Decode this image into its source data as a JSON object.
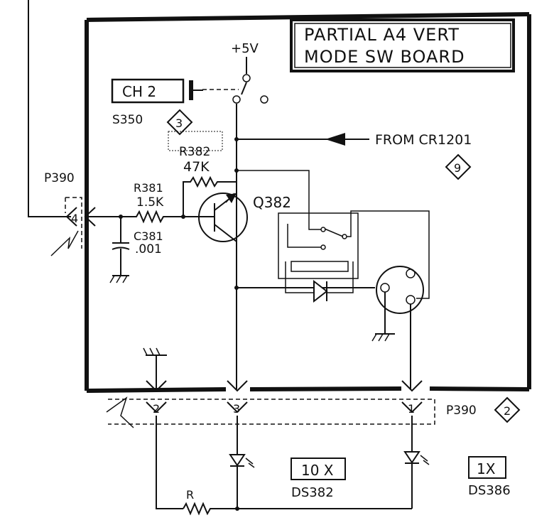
{
  "title": {
    "line1": "PARTIAL A4 VERT",
    "line2": "MODE SW BOARD"
  },
  "labels": {
    "plus5v": "+5V",
    "ch2": "CH 2",
    "s350": "S350",
    "s350_ref": "3",
    "r382": "R382",
    "r382_val": "47K",
    "from": "FROM CR1201",
    "from_ref": "9",
    "p390_top": "P390",
    "pin4": "4",
    "r381": "R381",
    "r381_val": "1.5K",
    "c381": "C381",
    "c381_val": ".001",
    "q382": "Q382",
    "pin2": "2",
    "pin3": "3",
    "pin1": "1",
    "p390_bottom": "P390",
    "p390_ref": "2",
    "tenx": "10 X",
    "ds382": "DS382",
    "onex": "1X",
    "ds386": "DS386",
    "r": "R"
  }
}
